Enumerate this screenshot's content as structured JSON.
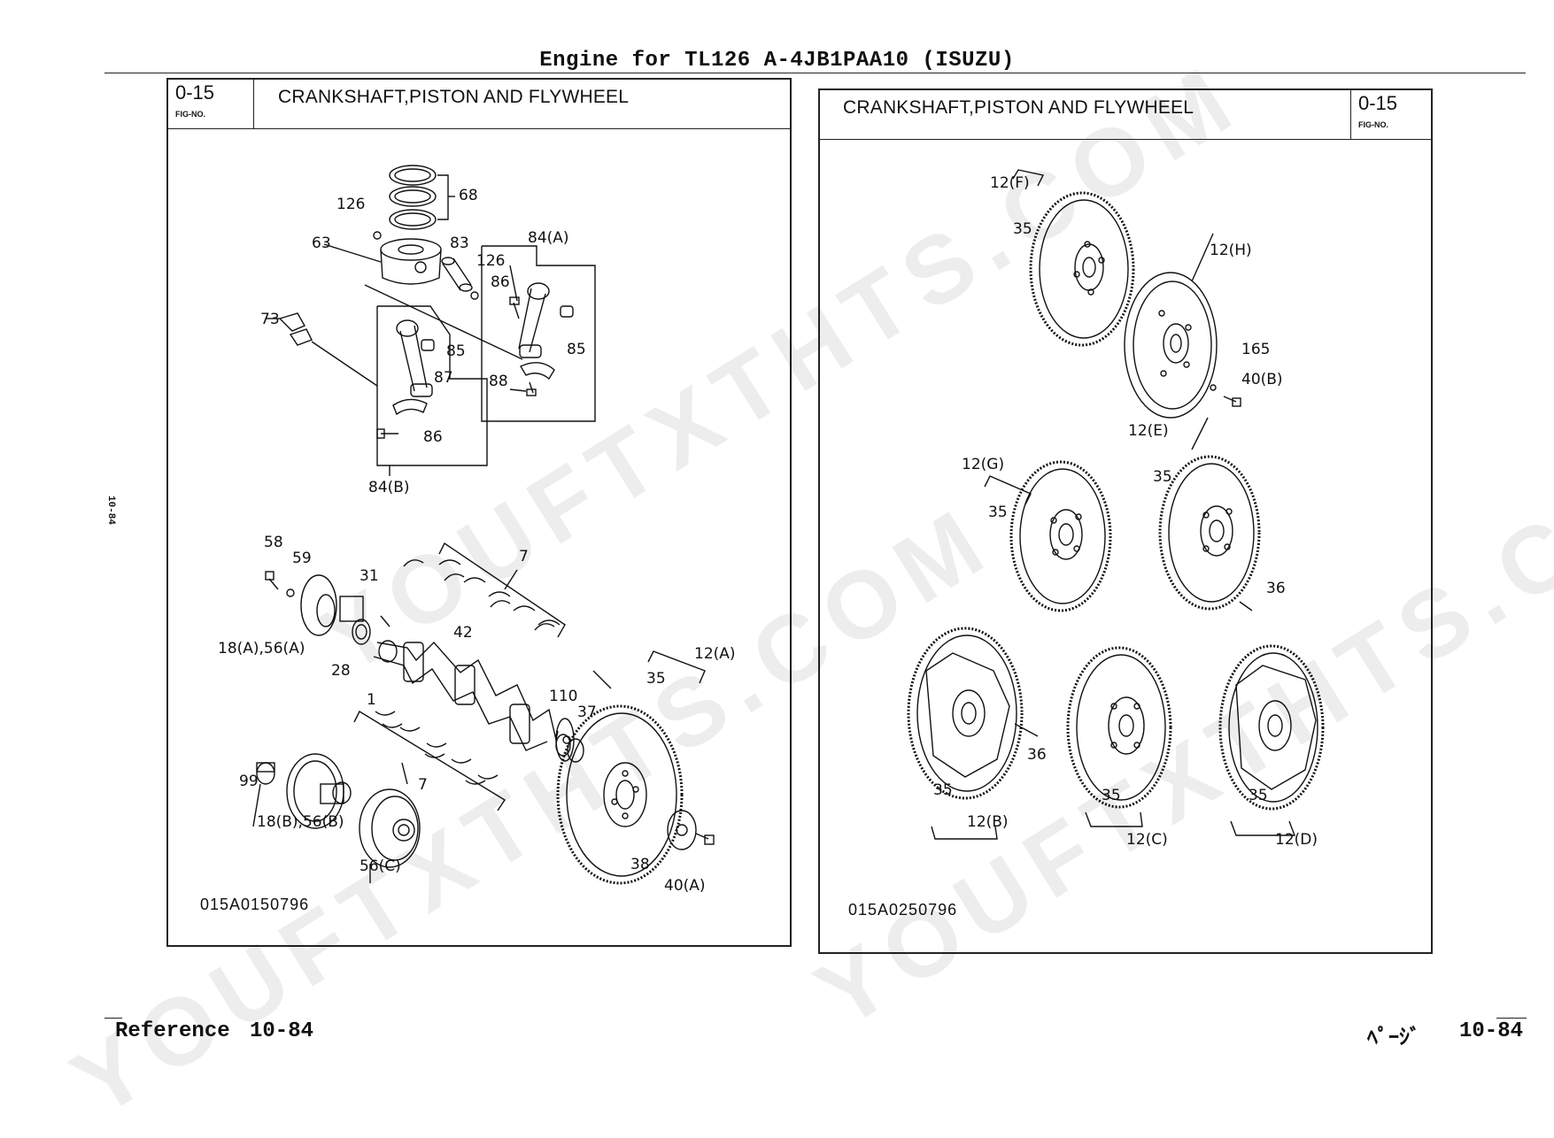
{
  "header": {
    "title": "Engine for TL126   A-4JB1PAA10 (ISUZU)"
  },
  "side_page": "10-84",
  "left_panel": {
    "fig_no": "0-15",
    "fig_label": "FIG-NO.",
    "title": "CRANKSHAFT,PISTON AND FLYWHEEL",
    "drawing_code": "015A0150796",
    "callouts": [
      "68",
      "126",
      "63",
      "83",
      "126",
      "84(A)",
      "86",
      "85",
      "73",
      "85",
      "87",
      "88",
      "86",
      "84(B)",
      "58",
      "59",
      "31",
      "7",
      "42",
      "18(A),56(A)",
      "28",
      "1",
      "12(A)",
      "35",
      "110",
      "37",
      "7",
      "99",
      "18(B),56(B)",
      "56(C)",
      "38",
      "40(A)"
    ]
  },
  "right_panel": {
    "fig_no": "0-15",
    "fig_label": "FIG-NO.",
    "title": "CRANKSHAFT,PISTON AND FLYWHEEL",
    "drawing_code": "015A0250796",
    "callouts": [
      "12(F)",
      "35",
      "12(H)",
      "165",
      "40(B)",
      "12(E)",
      "12(G)",
      "35",
      "35",
      "36",
      "36",
      "35",
      "12(B)",
      "35",
      "12(C)",
      "35",
      "12(D)"
    ]
  },
  "footer": {
    "reference": "Reference",
    "ref_page": "10-84",
    "page_word": "ﾍﾟｰｼﾞ",
    "page_no": "10-84"
  },
  "watermark": {
    "text": "YOUFTXTHTS.COM"
  }
}
